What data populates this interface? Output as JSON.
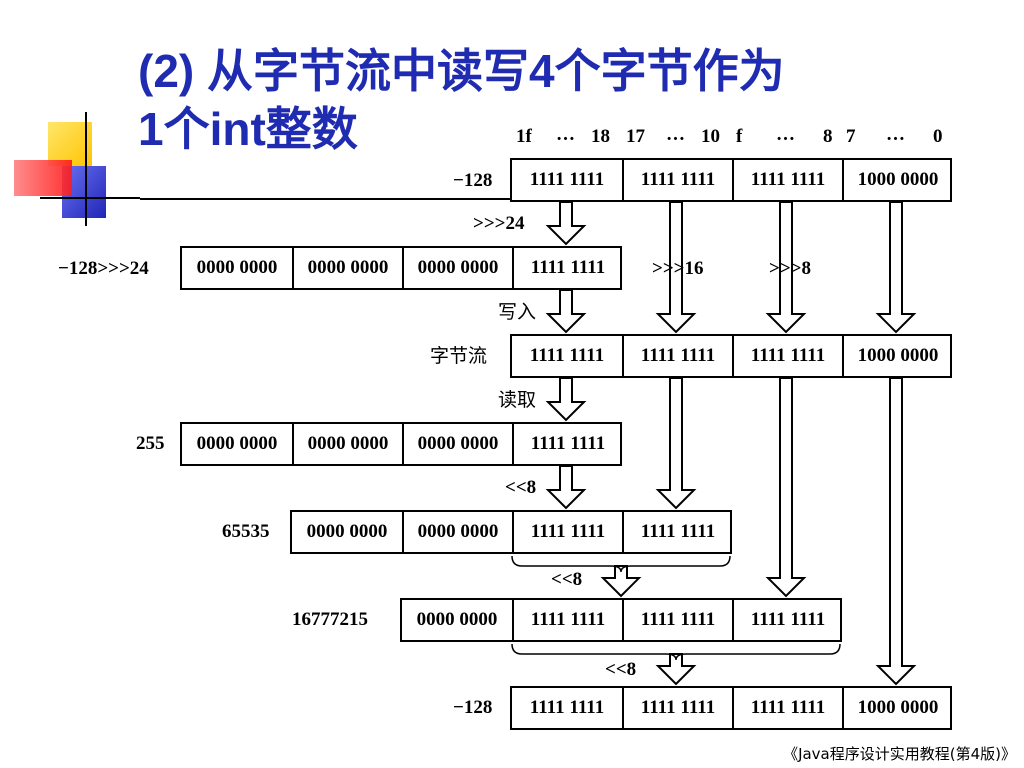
{
  "title": {
    "line1": "(2) 从字节流中读写4个字节作为",
    "line2": "1个int整数"
  },
  "bit_header": [
    "1f",
    "…",
    "18",
    "17",
    "…",
    "10",
    "f",
    "…",
    "8",
    "7",
    "…",
    "0"
  ],
  "rows": [
    {
      "id": "minus128",
      "label": "−128",
      "cells": [
        "1111 1111",
        "1111 1111",
        "1111 1111",
        "1000 0000"
      ]
    },
    {
      "id": "shifted24",
      "label": "−128>>>24",
      "cells": [
        "0000 0000",
        "0000 0000",
        "0000 0000",
        "1111 1111"
      ]
    },
    {
      "id": "bytestream",
      "label": "字节流",
      "cells": [
        "1111 1111",
        "1111 1111",
        "1111 1111",
        "1000 0000"
      ]
    },
    {
      "id": "v255",
      "label": "255",
      "cells": [
        "0000 0000",
        "0000 0000",
        "0000 0000",
        "1111 1111"
      ]
    },
    {
      "id": "v65535",
      "label": "65535",
      "cells": [
        "0000 0000",
        "0000 0000",
        "1111 1111",
        "1111 1111"
      ]
    },
    {
      "id": "v16777215",
      "label": "16777215",
      "cells": [
        "0000 0000",
        "1111 1111",
        "1111 1111",
        "1111 1111"
      ]
    },
    {
      "id": "result",
      "label": "−128",
      "cells": [
        "1111 1111",
        "1111 1111",
        "1111 1111",
        "1000 0000"
      ]
    }
  ],
  "ops": {
    "shift24": ">>>24",
    "shift16": ">>>16",
    "shift8": ">>>8",
    "write": "写入",
    "read": "读取",
    "left1": "<<8",
    "left2": "<<8",
    "left3": "<<8"
  },
  "footer": "《Java程序设计实用教程(第4版)》",
  "colors": {
    "title": "#1f2bb0",
    "deco_yellow": "#ffd21f",
    "deco_blue": "#2d33c9",
    "deco_red": "#ff2a2a"
  }
}
